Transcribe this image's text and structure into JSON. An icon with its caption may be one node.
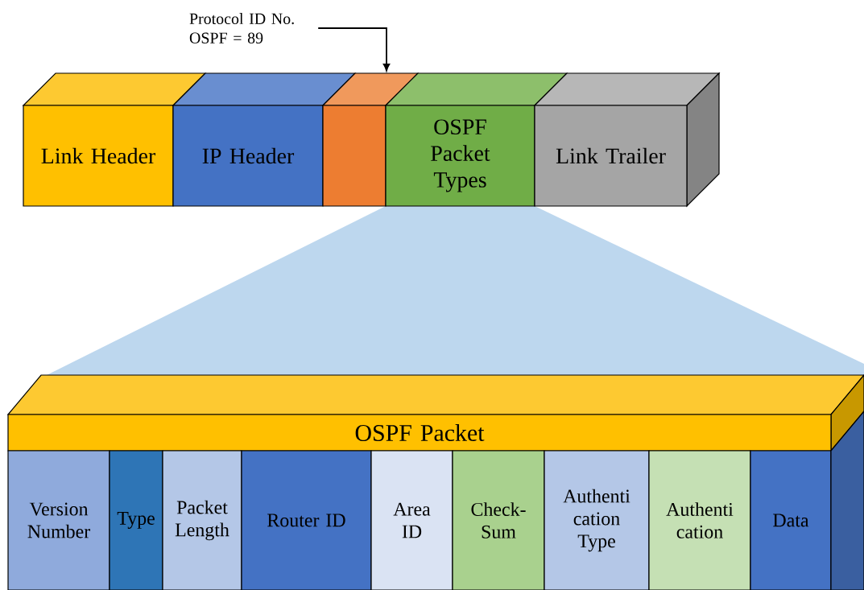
{
  "diagram": {
    "nodes": [
      {
        "text": [
          "Protocol ID No. OSPF = 89"
        ]
      },
      {
        "text": [
          "Link Header"
        ]
      },
      {
        "text": [
          "IP Header"
        ]
      },
      {
        "text": [],
        "shape": "box"
      },
      {
        "text": [
          "OSPF Packet Types"
        ]
      },
      {
        "text": [
          "Link Trailer"
        ]
      },
      {
        "text": [
          "OSPF Packet"
        ]
      },
      {
        "text": [
          "Version Number"
        ]
      },
      {
        "text": [
          "Type"
        ]
      },
      {
        "text": [
          "Packet Length"
        ]
      },
      {
        "text": [
          "Router ID"
        ]
      },
      {
        "text": [
          "Area ID"
        ]
      },
      {
        "text": [
          "Check- Sum"
        ]
      },
      {
        "text": [
          "Authenti cation Type"
        ]
      },
      {
        "text": [
          "Authenti cation"
        ]
      },
      {
        "text": [
          "Data"
        ]
      }
    ],
    "edges": [
      {
        "from": 0,
        "to": 3,
        "arrow": "to"
      }
    ]
  }
}
